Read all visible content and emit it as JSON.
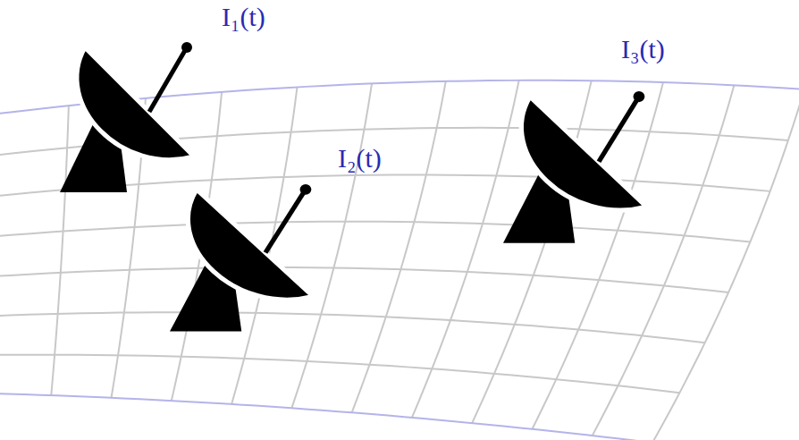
{
  "diagram": {
    "labels": [
      "I₁(t)",
      "I₂(t)",
      "I₃(t)"
    ]
  }
}
